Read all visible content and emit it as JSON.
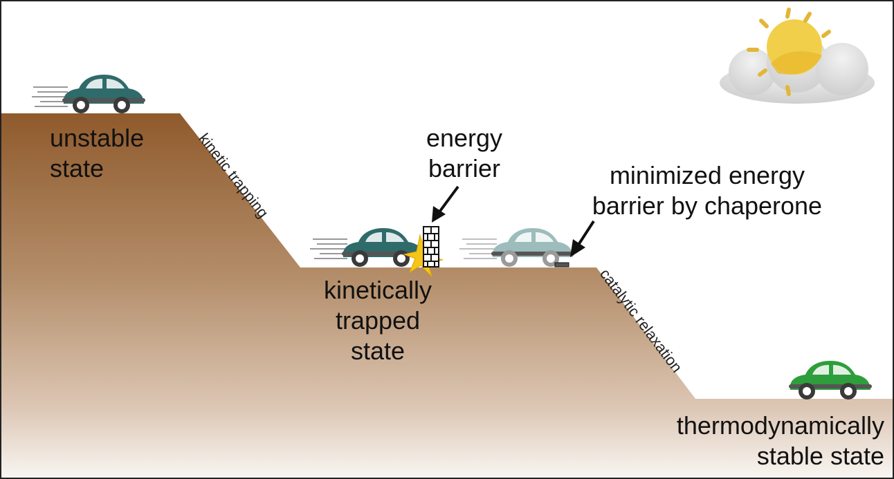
{
  "labels": {
    "unstable": [
      "unstable",
      "state"
    ],
    "kinetically_trapped": [
      "kinetically",
      "trapped",
      "state"
    ],
    "energy_barrier": [
      "energy",
      "barrier"
    ],
    "minimized_barrier": [
      "minimized energy",
      "barrier by chaperone"
    ],
    "thermodynamically_stable": [
      "thermodynamically",
      "stable state"
    ],
    "kinetic_trapping": "kinetic trapping",
    "catalytic_relaxation": "catalytic relaxation"
  },
  "colors": {
    "terrain_top": "#8f5a2c",
    "terrain_bottom": "#ffffff",
    "car_teal": "#2f6b6b",
    "car_faded": "#9dbcbc",
    "car_green": "#2e9e3c",
    "sun": "#f2cf4a",
    "cloud": "#d9d9d9",
    "spark": "#f5c518"
  },
  "icons": {
    "sun": "sun-icon",
    "cloud": "cloud-icon",
    "car": "car-icon",
    "brick_wall": "brick-wall-icon",
    "spark": "collision-spark-icon"
  }
}
